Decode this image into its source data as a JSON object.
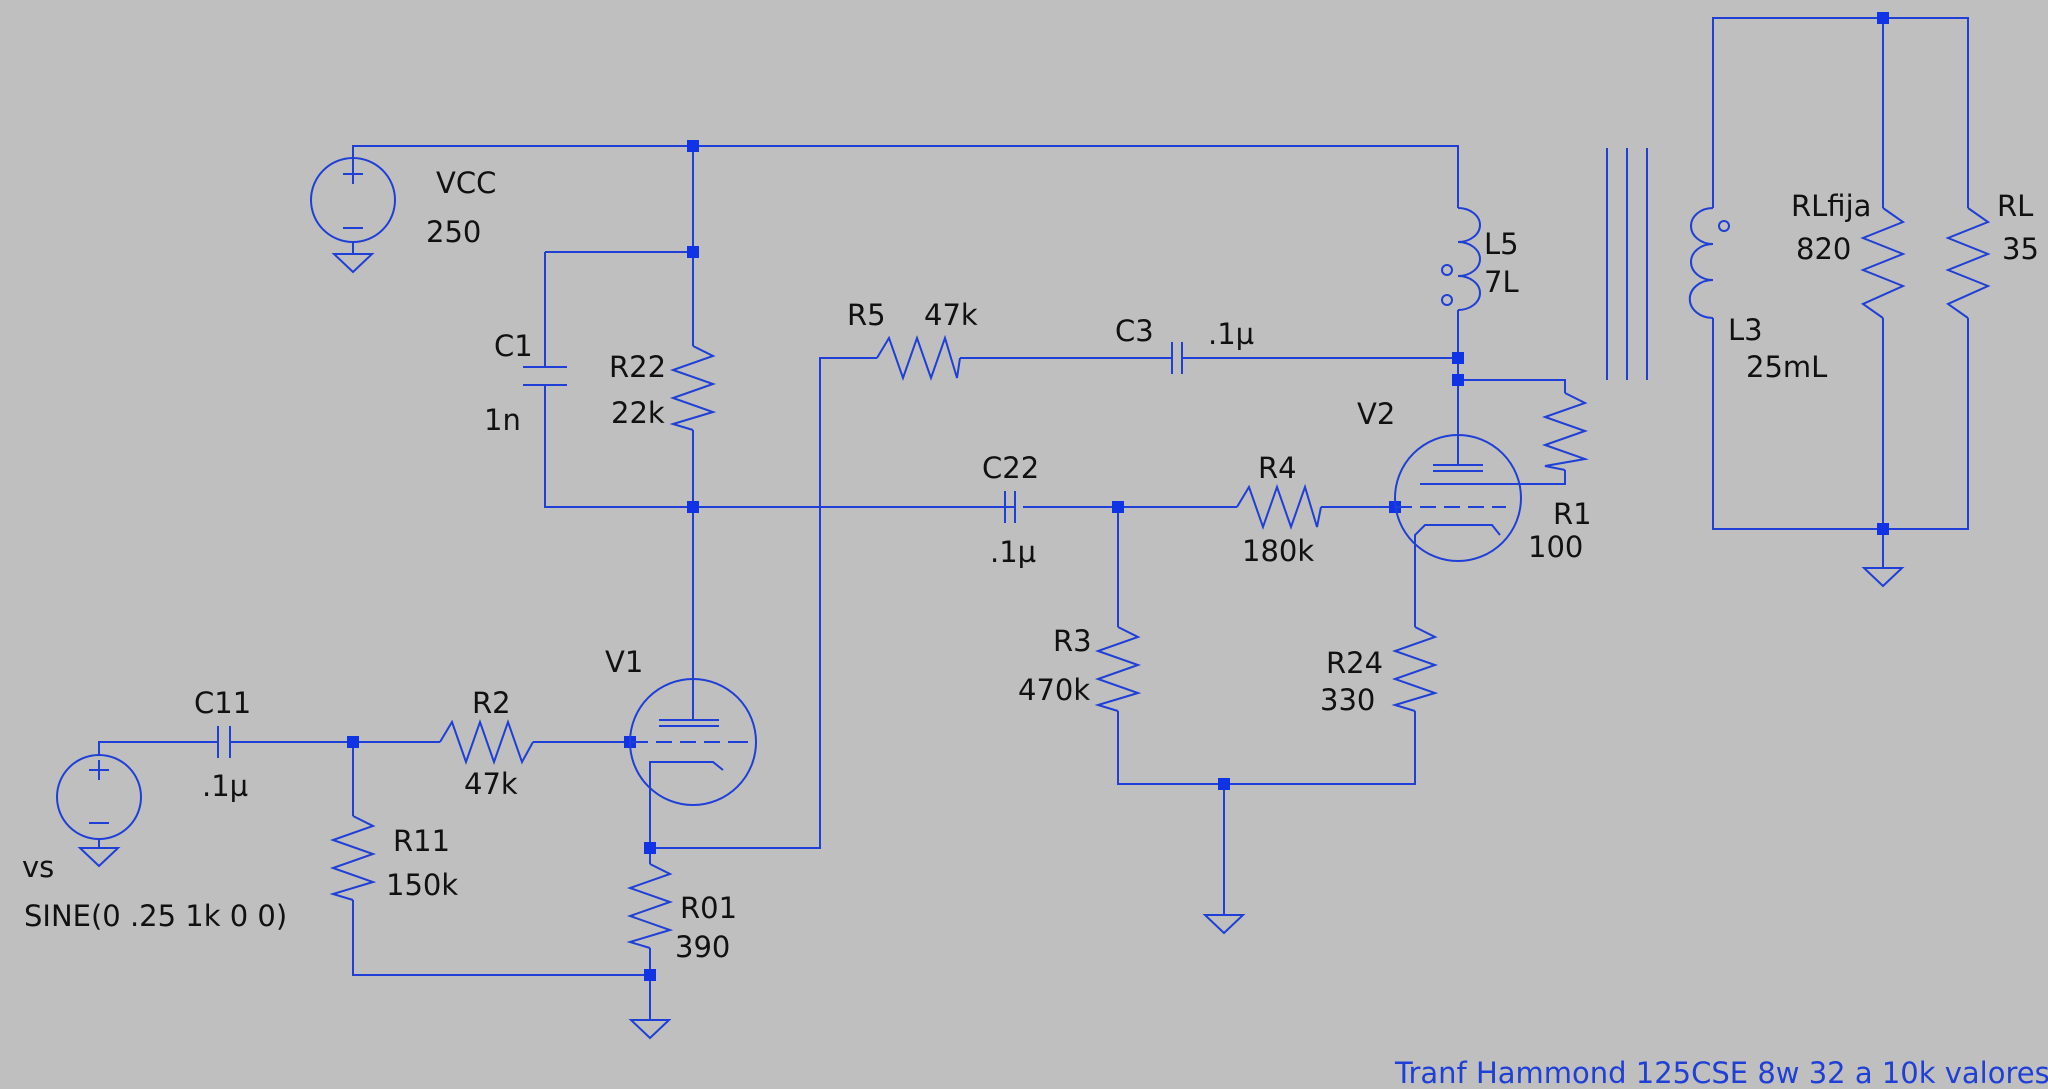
{
  "colors": {
    "background": "#bfbfbf",
    "wire": "#1f3fd6",
    "junction": "#1033e6",
    "text": "#111111",
    "note": "#1f3fd6"
  },
  "components": {
    "vcc": {
      "name": "VCC",
      "value": "250"
    },
    "vs": {
      "name": "vs",
      "value": "SINE(0 .25 1k 0 0)"
    },
    "c1": {
      "name": "C1",
      "value": "1n"
    },
    "r22": {
      "name": "R22",
      "value": "22k"
    },
    "r5": {
      "name": "R5",
      "value": "47k"
    },
    "c3": {
      "name": "C3",
      "value": ".1µ"
    },
    "l5": {
      "name": "L5",
      "value": "7L"
    },
    "l3": {
      "name": "L3",
      "value": "25mL"
    },
    "rlfija": {
      "name": "RLfija",
      "value": "820"
    },
    "rl": {
      "name": "RL",
      "value": "35"
    },
    "v2": {
      "name": "V2"
    },
    "c22": {
      "name": "C22",
      "value": ".1µ"
    },
    "r4": {
      "name": "R4",
      "value": "180k"
    },
    "r1": {
      "name": "R1",
      "value": "100"
    },
    "v1": {
      "name": "V1"
    },
    "c11": {
      "name": "C11",
      "value": ".1µ"
    },
    "r2": {
      "name": "R2",
      "value": "47k"
    },
    "r11": {
      "name": "R11",
      "value": "150k"
    },
    "r01": {
      "name": "R01",
      "value": "390"
    },
    "r3": {
      "name": "R3",
      "value": "470k"
    },
    "r24": {
      "name": "R24",
      "value": "330"
    }
  },
  "note": "Tranf Hammond 125CSE 8w 32 a 10k valores"
}
